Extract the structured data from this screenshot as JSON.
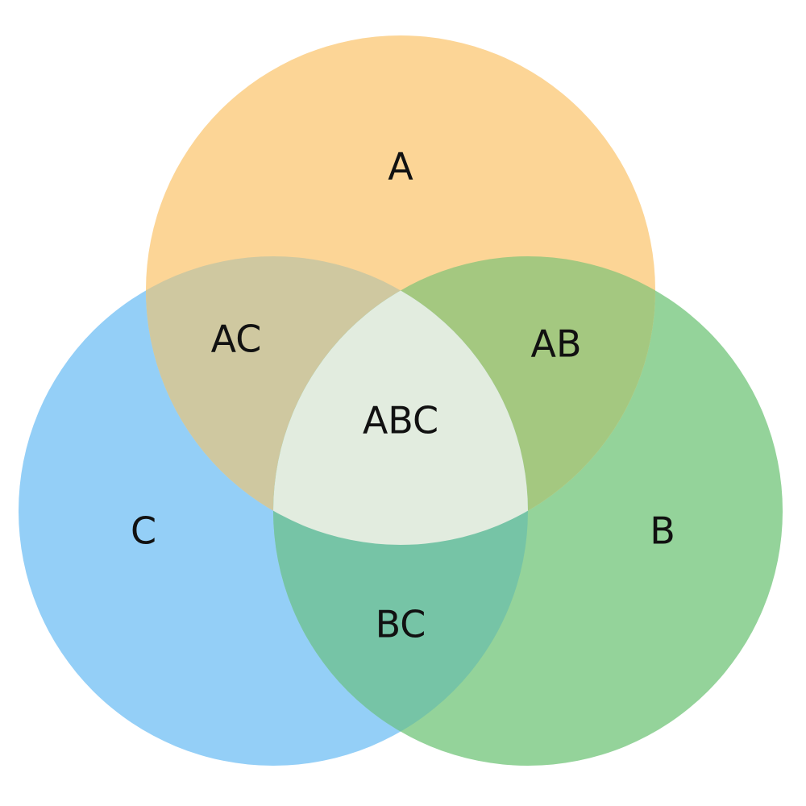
{
  "diagram": {
    "type": "venn-3",
    "sets": [
      {
        "id": "A",
        "label": "A",
        "color": "#fcd596"
      },
      {
        "id": "B",
        "label": "B",
        "color": "#94d39a"
      },
      {
        "id": "C",
        "label": "C",
        "color": "#94cff7"
      }
    ],
    "intersections": {
      "AC": {
        "label": "AC",
        "color": "#cfc8a0"
      },
      "AB": {
        "label": "AB",
        "color": "#a4c880"
      },
      "BC": {
        "label": "BC",
        "color": "#76c4a6"
      },
      "ABC": {
        "label": "ABC",
        "color": "#e2ecdf"
      }
    }
  }
}
